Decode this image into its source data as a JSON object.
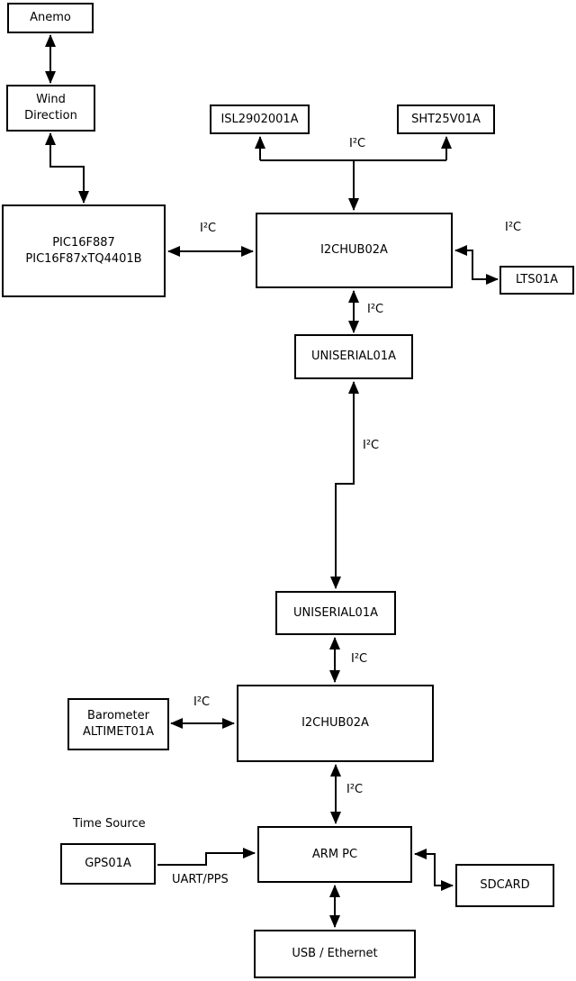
{
  "diagram": {
    "nodes": {
      "anemo": {
        "label": "Anemo"
      },
      "wind_direction": {
        "line1": "Wind",
        "line2": "Direction"
      },
      "pic": {
        "line1": "PIC16F887",
        "line2": "PIC16F87xTQ4401B"
      },
      "isl": {
        "label": "ISL2902001A"
      },
      "sht": {
        "label": "SHT25V01A"
      },
      "i2chub_top": {
        "label": "I2CHUB02A"
      },
      "lts": {
        "label": "LTS01A"
      },
      "uniserial_top": {
        "label": "UNISERIAL01A"
      },
      "uniserial_bottom": {
        "label": "UNISERIAL01A"
      },
      "i2chub_bottom": {
        "label": "I2CHUB02A"
      },
      "barometer": {
        "line1": "Barometer",
        "line2": "ALTIMET01A"
      },
      "gps": {
        "label": "GPS01A"
      },
      "arm_pc": {
        "label": "ARM PC"
      },
      "sdcard": {
        "label": "SDCARD"
      },
      "usb_ethernet": {
        "label": "USB / Ethernet"
      }
    },
    "labels": {
      "i2c": "I²C",
      "time_source": "Time Source",
      "uart_pps": "UART/PPS"
    },
    "colors": {
      "line": "#000000",
      "background": "#ffffff"
    }
  }
}
